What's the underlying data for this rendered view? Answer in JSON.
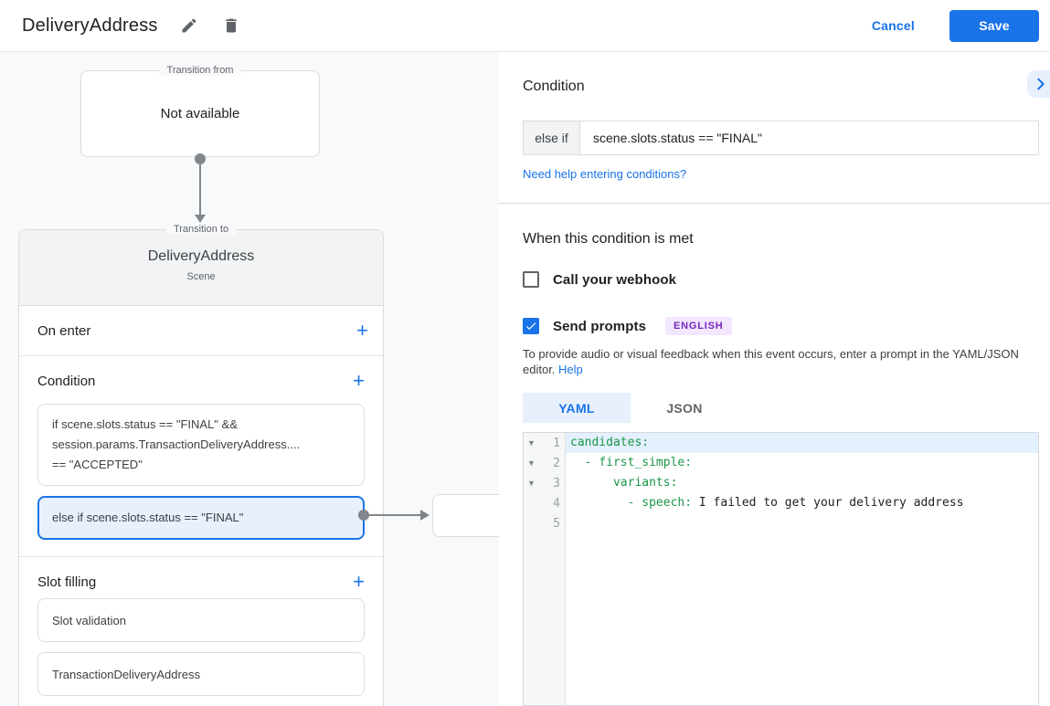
{
  "topbar": {
    "title": "DeliveryAddress",
    "cancel_label": "Cancel",
    "save_label": "Save"
  },
  "flow": {
    "transition_from_label": "Transition from",
    "transition_from_value": "Not available",
    "transition_to_label": "Transition to",
    "scene_name": "DeliveryAddress",
    "scene_type": "Scene",
    "on_enter_label": "On enter",
    "add_label": "+",
    "condition_label": "Condition",
    "condition_cards": [
      {
        "selected": false,
        "lines": [
          "if scene.slots.status == \"FINAL\" &&",
          "session.params.TransactionDeliveryAddress....",
          "== \"ACCEPTED\""
        ]
      },
      {
        "selected": true,
        "lines": [
          "else if scene.slots.status == \"FINAL\""
        ]
      }
    ],
    "slot_filling_label": "Slot filling",
    "slot_cards": [
      "Slot validation",
      "TransactionDeliveryAddress"
    ]
  },
  "panel": {
    "title": "Condition",
    "condition_input": {
      "prefix": "else if",
      "value": "scene.slots.status == \"FINAL\""
    },
    "help_link": "Need help entering conditions?",
    "section_title": "When this condition is met",
    "webhook": {
      "label": "Call your webhook",
      "checked": false
    },
    "prompts": {
      "label": "Send prompts",
      "checked": true,
      "badge": "ENGLISH"
    },
    "description": "To provide audio or visual feedback when this event occurs, enter a prompt in the YAML/JSON editor.",
    "description_link": "Help",
    "tabs": [
      {
        "label": "YAML",
        "active": true
      },
      {
        "label": "JSON",
        "active": false
      }
    ],
    "editor": {
      "lines": [
        {
          "num": "1",
          "fold": true,
          "active": true,
          "segments": [
            {
              "text": "candidates:",
              "type": "key"
            }
          ]
        },
        {
          "num": "2",
          "fold": true,
          "active": false,
          "segments": [
            {
              "text": "  - first_simple:",
              "type": "key"
            }
          ]
        },
        {
          "num": "3",
          "fold": true,
          "active": false,
          "segments": [
            {
              "text": "      variants:",
              "type": "key"
            }
          ]
        },
        {
          "num": "4",
          "fold": false,
          "active": false,
          "segments": [
            {
              "text": "        - speech:",
              "type": "key"
            },
            {
              "text": " I failed to get your delivery address",
              "type": "plain"
            }
          ]
        },
        {
          "num": "5",
          "fold": false,
          "active": false,
          "segments": []
        }
      ]
    }
  },
  "colors": {
    "accent_blue": "#1a73e8",
    "selected_card_bg": "#e8f0fe",
    "badge_purple_text": "#7627bb",
    "badge_purple_bg": "#f2e7fe",
    "code_key_green": "#1a9649",
    "active_line_bg": "#e3f0fd",
    "canvas_bg": "#f8f9fa",
    "header_bg": "#f1f3f4",
    "border_gray": "#dadce0",
    "connector_gray": "#80868b"
  }
}
